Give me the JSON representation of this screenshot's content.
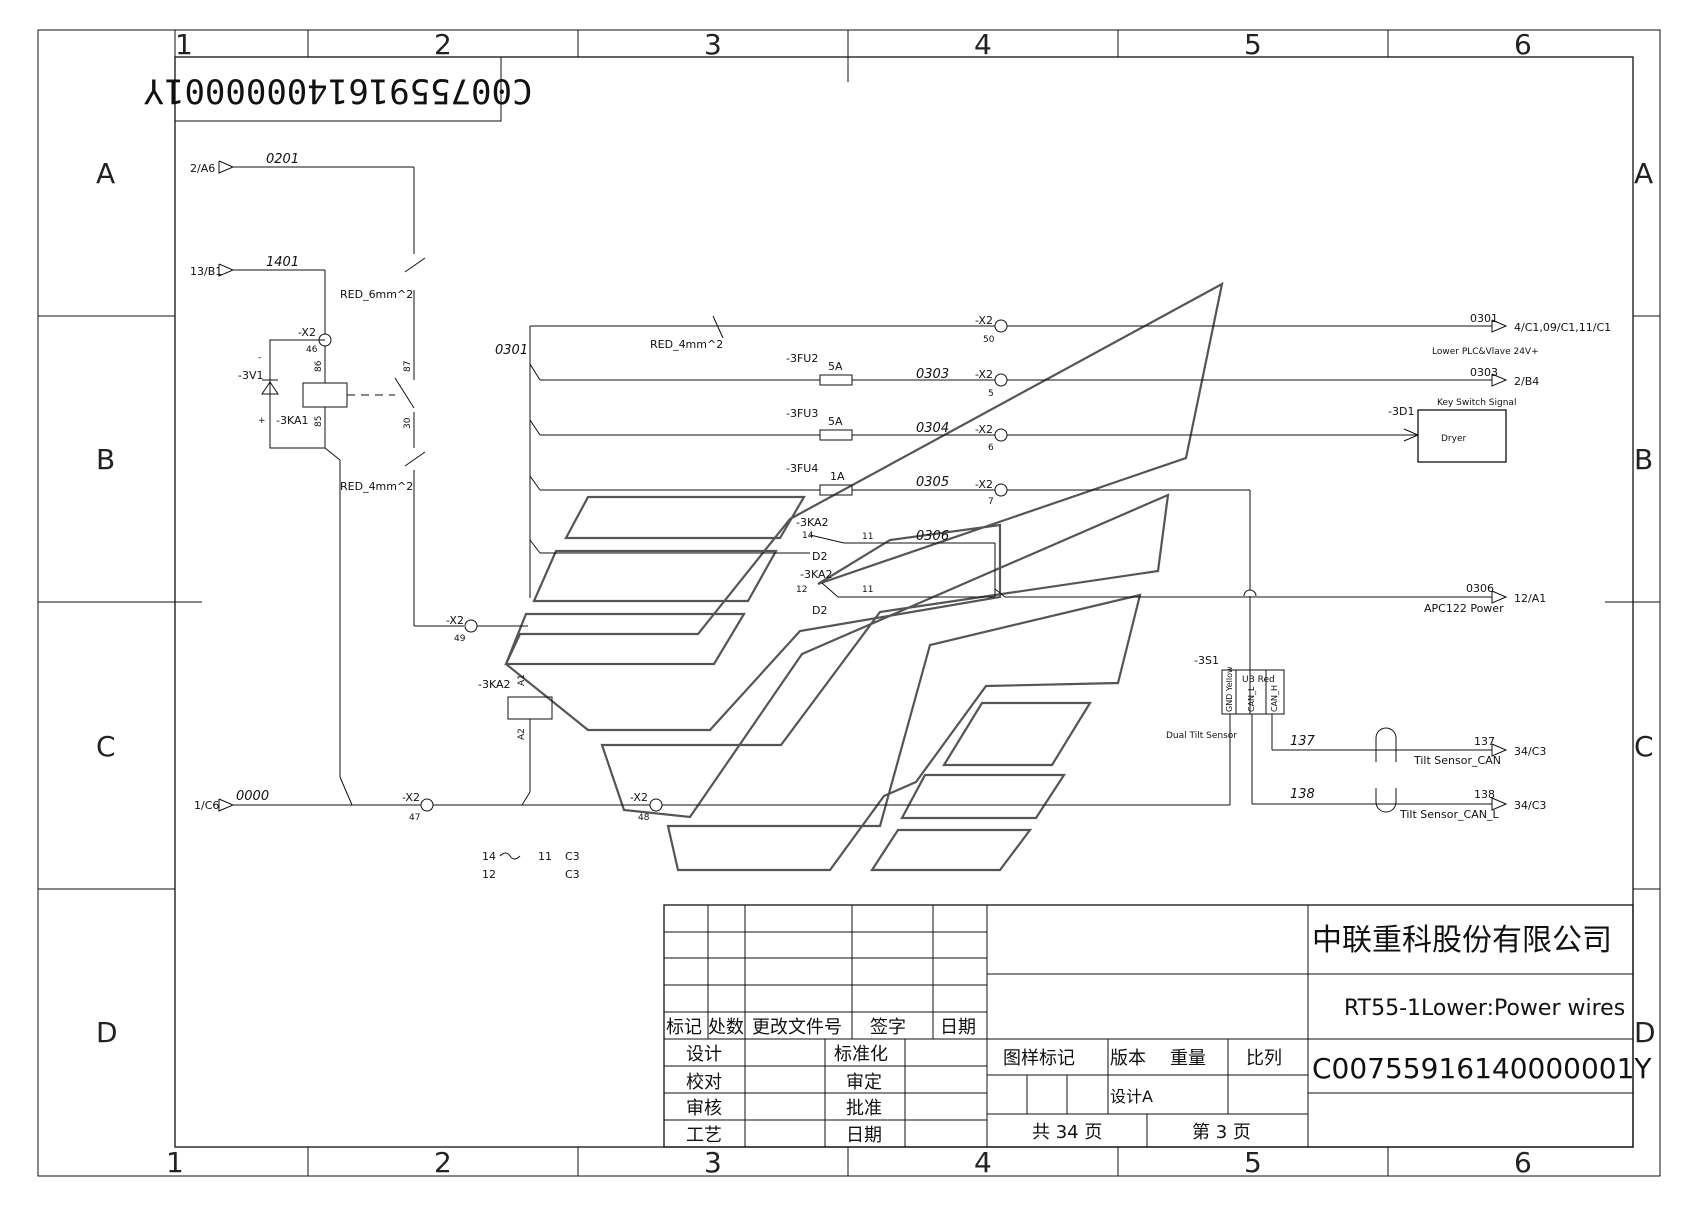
{
  "zones": {
    "columns": [
      "1",
      "2",
      "3",
      "4",
      "5",
      "6"
    ],
    "rows": [
      "A",
      "B",
      "C",
      "D"
    ]
  },
  "stamp_code": "C00755916140000001Y",
  "refs": {
    "r_a6": "2/A6",
    "r_b1": "13/B1",
    "r_c6": "1/C6",
    "r_out1": "4/C1,09/C1,11/C1",
    "r_out2": "2/B4",
    "r_out3": "12/A1",
    "r_out4": "34/C3",
    "r_out5": "34/C3"
  },
  "wires": {
    "w0201": "0201",
    "w1401": "1401",
    "w0000": "0000",
    "w0301a": "0301",
    "w0301b": "0301",
    "w0303a": "0303",
    "w0303b": "0303",
    "w0304": "0304",
    "w0305": "0305",
    "w0306a": "0306",
    "w0306b": "0306",
    "w137a": "137",
    "w137b": "137",
    "w138a": "138",
    "w138b": "138"
  },
  "components": {
    "x2": "-X2",
    "t46": "46",
    "t49": "49",
    "t47": "47",
    "t48": "48",
    "t50": "50",
    "t5": "5",
    "t6": "6",
    "t7": "7",
    "v1": "-3V1",
    "ka1": "-3KA1",
    "ka1_86": "86",
    "ka1_85": "85",
    "ka1_87": "87",
    "ka1_30": "30",
    "red6": "RED_6mm^2",
    "red4a": "RED_4mm^2",
    "red4b": "RED_4mm^2",
    "fu2": "-3FU2",
    "fu3": "-3FU3",
    "fu4": "-3FU4",
    "a5a": "5A",
    "a5b": "5A",
    "a1": "1A",
    "ka2a": "-3KA2",
    "ka2a_14": "14",
    "ka2a_11": "11",
    "ka2b": "-3KA2",
    "ka2b_12": "12",
    "ka2b_11": "11",
    "d2a": "D2",
    "d2b": "D2",
    "ka2coil": "-3KA2",
    "a1pin": "A1",
    "a2pin": "A2",
    "d1": "-3D1",
    "keysig": "Key Switch Signal",
    "dryer": "Dryer",
    "lowerplc": "Lower PLC&Vlave 24V+",
    "apc": "APC122 Power",
    "s1": "-3S1",
    "ub": "UB Red",
    "gnd": "GND Yellow",
    "canl": "CAN_L",
    "canh": "CAN_H",
    "dualtilt": "Dual Tilt Sensor",
    "tiltcan": "Tilt Sensor_CAN",
    "tiltcanl": "Tilt Sensor_CAN_L",
    "xref_14": "14",
    "xref_11": "11",
    "xref_12": "12",
    "xref_c3a": "C3",
    "xref_c3b": "C3"
  },
  "title_block": {
    "col_mark": "标记",
    "col_count": "处数",
    "col_doc": "更改文件号",
    "col_sign": "签字",
    "col_date": "日期",
    "design": "设计",
    "standard": "标准化",
    "check": "校对",
    "review": "审定",
    "audit": "审核",
    "approve": "批准",
    "process": "工艺",
    "date": "日期",
    "sample_mark": "图样标记",
    "version": "版本",
    "weight": "重量",
    "scale": "比列",
    "version_val": "设计A",
    "total_pages": "共 34 页",
    "page_no": "第 3 页",
    "company": "中联重科股份有限公司",
    "drawing_title": "RT55-1Lower:Power wires",
    "drawing_no": "C00755916140000001Y"
  }
}
